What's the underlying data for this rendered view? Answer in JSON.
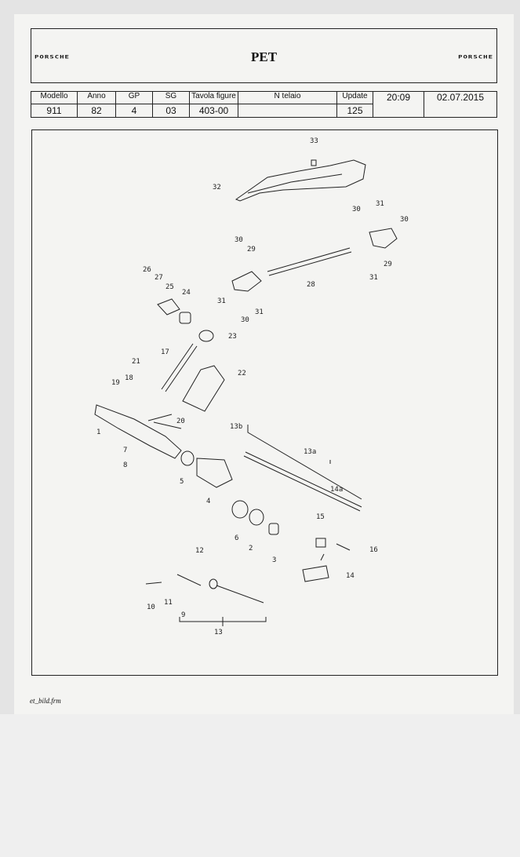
{
  "header": {
    "logo_left": "PORSCHE",
    "title": "PET",
    "logo_right": "PORSCHE"
  },
  "info": {
    "labels": [
      "Modello",
      "Anno",
      "GP",
      "SG",
      "Tavola figure",
      "N  telaio",
      "Update"
    ],
    "values": [
      "911",
      "82",
      "4",
      "03",
      "403-00",
      "",
      "125"
    ],
    "time": "20:09",
    "date": "02.07.2015"
  },
  "diagram": {
    "callouts": [
      "1",
      "2",
      "3",
      "4",
      "5",
      "6",
      "7",
      "8",
      "9",
      "10",
      "11",
      "12",
      "13",
      "13a",
      "13b",
      "14",
      "14a",
      "15",
      "16",
      "17",
      "18",
      "19",
      "20",
      "21",
      "22",
      "23",
      "24",
      "25",
      "26",
      "27",
      "28",
      "29",
      "30",
      "31",
      "32",
      "33"
    ]
  },
  "footer": {
    "text": "et_bild.frm"
  }
}
